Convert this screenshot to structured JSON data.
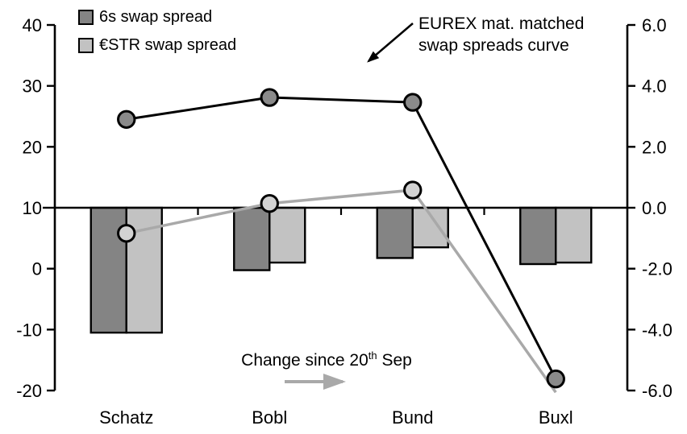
{
  "legend": {
    "items": [
      {
        "label": "6s swap spread",
        "color": "#848484"
      },
      {
        "label": "€STR swap spread",
        "color": "#c2c2c2"
      }
    ]
  },
  "annotations": {
    "curve": {
      "line1": "EUREX mat. matched",
      "line2": "swap spreads curve",
      "arrow_color": "#000000"
    },
    "change": {
      "text_before": "Change since 20",
      "superscript": "th",
      "text_after": " Sep",
      "arrow_color": "#a9a9a9"
    }
  },
  "chart_data": {
    "type": "combo-bar-line",
    "title": "",
    "categories": [
      "Schatz",
      "Bobl",
      "Bund",
      "Buxl"
    ],
    "left_axis": {
      "tick_labels": [
        "40",
        "30",
        "20",
        "10",
        "0",
        "-10",
        "-20"
      ],
      "tick_values": [
        40,
        30,
        20,
        10,
        0,
        -10,
        -20
      ],
      "min": -20,
      "max": 40
    },
    "right_axis": {
      "tick_labels": [
        "6.0",
        "4.0",
        "2.0",
        "0.0",
        "-2.0",
        "-4.0",
        "-6.0"
      ],
      "tick_values": [
        6,
        4,
        2,
        0,
        -2,
        -4,
        -6
      ],
      "min": -6,
      "max": 6
    },
    "zero_baseline_left_value": 10,
    "grid": false,
    "legend_position": "top-left",
    "bar_series": [
      {
        "name": "6s swap spread",
        "axis": "right",
        "color": "#848484",
        "values": [
          -4.1,
          -2.05,
          -1.65,
          -1.85
        ]
      },
      {
        "name": "€STR swap spread",
        "axis": "right",
        "color": "#c2c2c2",
        "values": [
          -4.1,
          -1.8,
          -1.3,
          -1.8
        ]
      }
    ],
    "line_series": [
      {
        "name": "€STR swap spread curve",
        "axis": "left",
        "color": "#a9a9a9",
        "width": 3.5,
        "marker_fill": "#d2d2d2",
        "values": [
          5.8,
          10.7,
          12.9,
          -20.3
        ],
        "marker_visible": [
          true,
          true,
          true,
          false
        ]
      },
      {
        "name": "6s swap spread curve",
        "axis": "left",
        "color": "#000000",
        "width": 3,
        "marker_fill": "#8a8a8a",
        "values": [
          24.5,
          28.1,
          27.3,
          -18.1
        ],
        "marker_visible": [
          true,
          true,
          true,
          true
        ]
      }
    ]
  }
}
